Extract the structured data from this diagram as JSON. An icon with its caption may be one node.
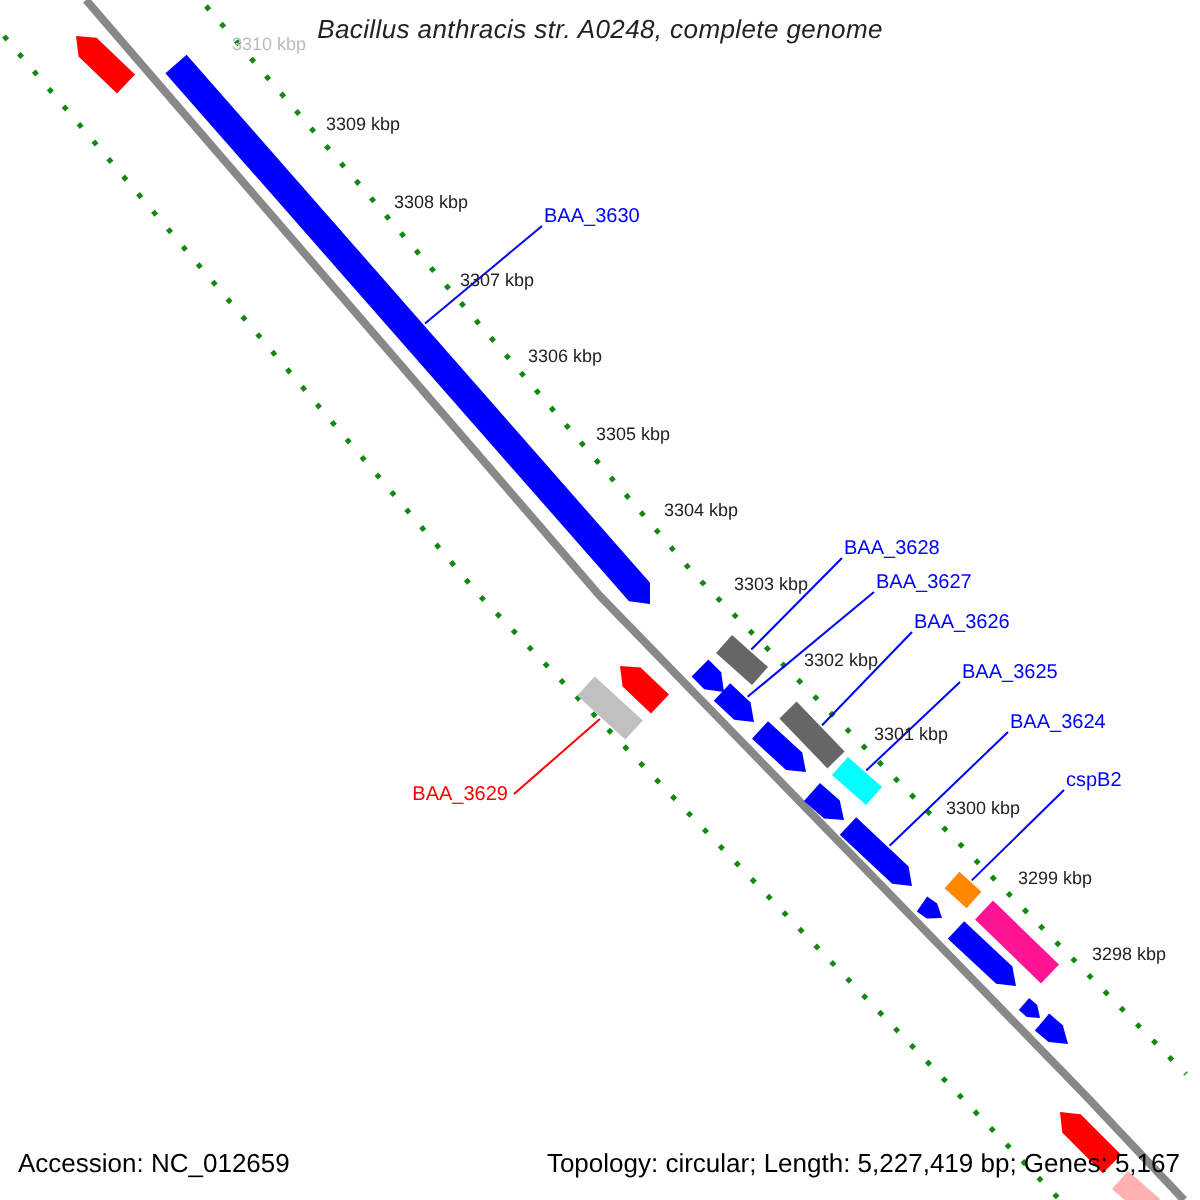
{
  "diagram": {
    "title": "Bacillus anthracis str. A0248, complete genome",
    "nodes": [
      {
        "text": [
          "BAA_3630"
        ]
      },
      {
        "text": [
          "BAA_3628"
        ]
      },
      {
        "text": [
          "BAA_3627"
        ]
      },
      {
        "text": [
          "BAA_3626"
        ]
      },
      {
        "text": [
          "BAA_3625"
        ]
      },
      {
        "text": [
          "BAA_3624"
        ]
      },
      {
        "text": [
          "cspB2"
        ]
      },
      {
        "text": [
          "BAA_3629"
        ]
      },
      {
        "text": [],
        "shape": "bar"
      },
      {
        "text": [],
        "shape": "bar"
      },
      {
        "text": [],
        "shape": "bar"
      },
      {
        "text": [],
        "shape": "bar"
      },
      {
        "text": [],
        "shape": "bar"
      },
      {
        "text": [],
        "shape": "bar"
      },
      {
        "text": [],
        "shape": "bar"
      },
      {
        "text": [],
        "shape": "bar"
      },
      {
        "text": [],
        "shape": "bar"
      },
      {
        "text": [],
        "shape": "bar"
      },
      {
        "text": [],
        "shape": "bar"
      },
      {
        "text": [],
        "shape": "bar"
      },
      {
        "text": [],
        "shape": "bar"
      },
      {
        "text": [],
        "shape": "bar"
      },
      {
        "text": [],
        "shape": "bar"
      },
      {
        "text": [],
        "shape": "bar"
      },
      {
        "text": [],
        "shape": "bar"
      },
      {
        "text": [],
        "shape": "bar"
      },
      {
        "text": [],
        "shape": "bar"
      },
      {
        "text": [],
        "shape": "bar"
      }
    ],
    "edges": [
      {
        "from": 0,
        "to": 9,
        "arrow": "none"
      },
      {
        "from": 1,
        "to": 12,
        "arrow": "none"
      },
      {
        "from": 2,
        "to": 14,
        "arrow": "none"
      },
      {
        "from": 3,
        "to": 16,
        "arrow": "none"
      },
      {
        "from": 4,
        "to": 17,
        "arrow": "none"
      },
      {
        "from": 5,
        "to": 19,
        "arrow": "none"
      },
      {
        "from": 6,
        "to": 20,
        "arrow": "none"
      },
      {
        "from": 7,
        "to": 11,
        "arrow": "none",
        "color": "#ff0000"
      }
    ],
    "labels": [
      "3310 kbp",
      "3309 kbp",
      "3308 kbp",
      "3307 kbp",
      "3306 kbp",
      "3305 kbp",
      "3304 kbp",
      "3303 kbp",
      "3302 kbp",
      "3301 kbp",
      "3300 kbp",
      "3299 kbp",
      "3298 kbp",
      "Accession: NC_012659",
      "Topology: circular; Length: 5,227,419 bp; Genes: 5,167"
    ]
  }
}
